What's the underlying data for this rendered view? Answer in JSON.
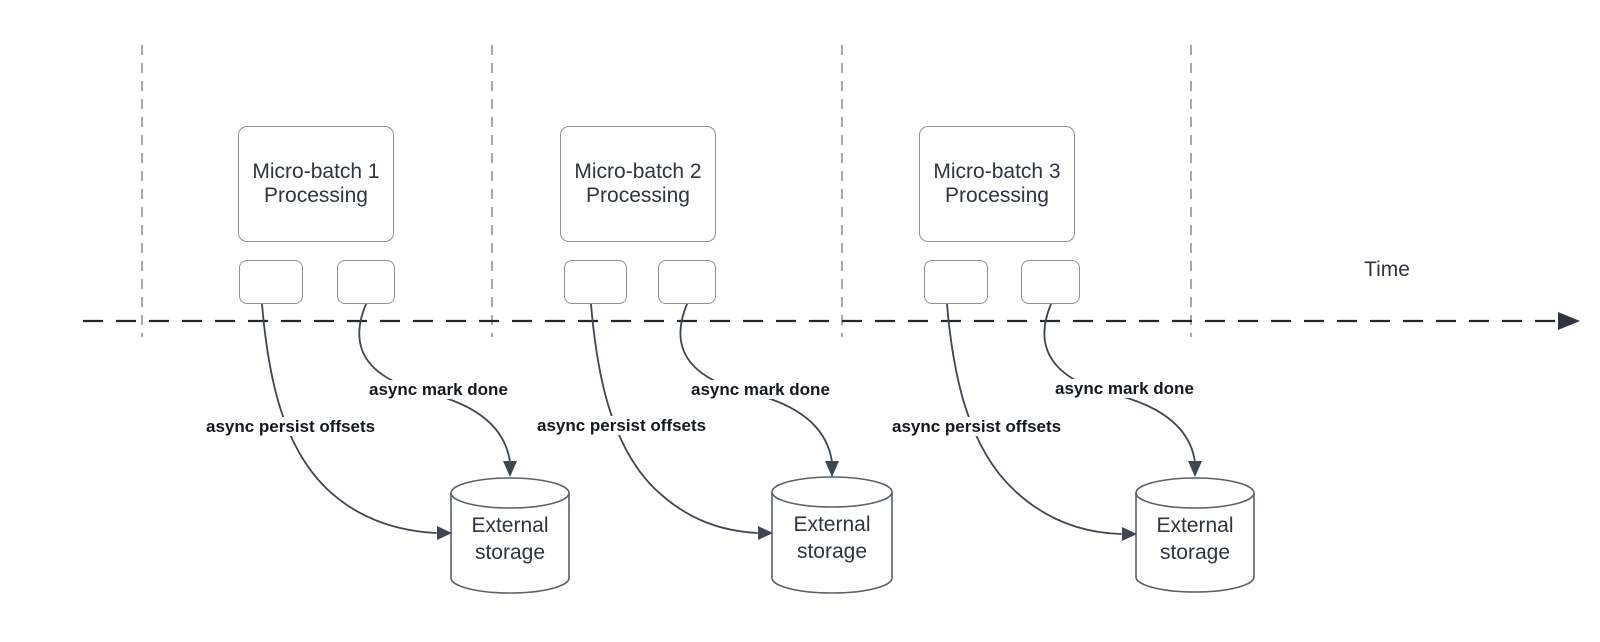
{
  "diagram": {
    "time_label": "Time",
    "groups": [
      {
        "name": "Micro-batch 1",
        "subtitle": "Processing",
        "persist_label": "async persist offsets",
        "mark_done_label": "async mark done",
        "storage_label": "External storage"
      },
      {
        "name": "Micro-batch 2",
        "subtitle": "Processing",
        "persist_label": "async persist offsets",
        "mark_done_label": "async mark done",
        "storage_label": "External storage"
      },
      {
        "name": "Micro-batch 3",
        "subtitle": "Processing",
        "persist_label": "async persist offsets",
        "mark_done_label": "async mark done",
        "storage_label": "External storage"
      }
    ],
    "colors": {
      "background": "#ffffff",
      "time_axis": "#23272e",
      "guide_line": "#a6a9ad",
      "shape_border": "#8d9299",
      "cylinder_border": "#59616b",
      "arrow": "#3d4651",
      "shape_text": "#2e3440",
      "label_text": "#14181f"
    }
  }
}
